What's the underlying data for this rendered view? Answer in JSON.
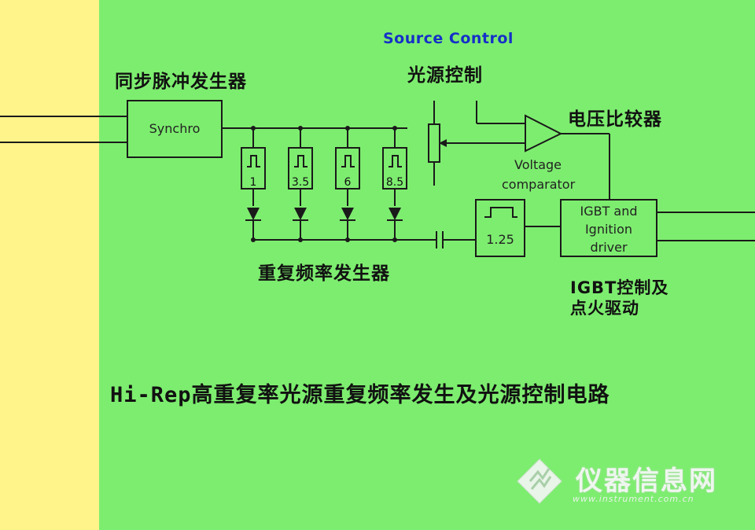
{
  "colors": {
    "background": "#7ded6f",
    "left_stripe": "#fff48a",
    "accent_title": "#1530c8"
  },
  "labels": {
    "synchro_cn": "同步脉冲发生器",
    "synchro_box": "Synchro",
    "source_control": "Source Control",
    "source_cn": "光源控制",
    "comparator_cn": "电压比较器",
    "comparator_en_1": "Voltage",
    "comparator_en_2": "comparator",
    "rep_gen_cn": "重复频率发生器",
    "igbt_box_1": "IGBT and",
    "igbt_box_2": "Ignition",
    "igbt_box_3": "driver",
    "igbt_cn_1": "IGBT控制及",
    "igbt_cn_2": "点火驱动",
    "pulse_125": "1.25",
    "caption": "Hi-Rep高重复率光源重复频率发生及光源控制电路"
  },
  "pulse_generators": [
    {
      "value": "1"
    },
    {
      "value": "3.5"
    },
    {
      "value": "6"
    },
    {
      "value": "8.5"
    }
  ],
  "watermark": {
    "text": "仪器信息网",
    "url": "www.instrument.com.cn"
  }
}
